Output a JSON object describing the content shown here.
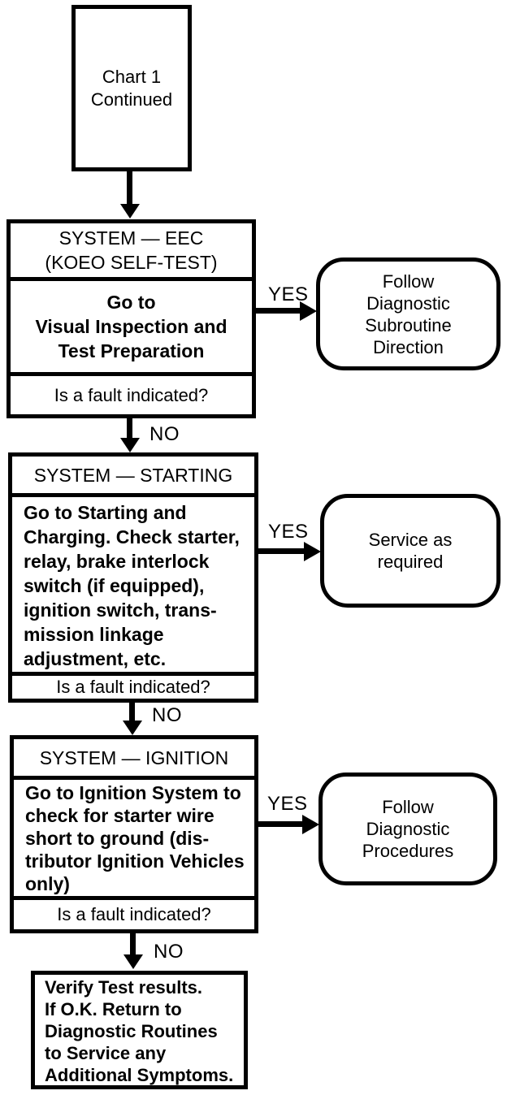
{
  "colors": {
    "line": "#000000",
    "background": "#ffffff"
  },
  "start": {
    "label": "Chart 1\nContinued"
  },
  "steps": [
    {
      "header": "SYSTEM — EEC\n(KOEO SELF-TEST)",
      "body": "Go to\nVisual Inspection and\nTest Preparation",
      "question": "Is a fault indicated?",
      "yes_label": "YES",
      "no_label": "NO",
      "yes_action": "Follow\nDiagnostic\nSubroutine\nDirection"
    },
    {
      "header": "SYSTEM — STARTING",
      "body": "Go to Starting and\nCharging. Check starter,\nrelay, brake interlock\nswitch (if equipped),\nignition switch, trans-\nmission linkage\nadjustment, etc.",
      "question": "Is a fault indicated?",
      "yes_label": "YES",
      "no_label": "NO",
      "yes_action": "Service as\nrequired"
    },
    {
      "header": "SYSTEM — IGNITION",
      "body": "Go to Ignition System to\ncheck for starter wire\nshort to ground (dis-\ntributor Ignition Vehicles\nonly)",
      "question": "Is a fault indicated?",
      "yes_label": "YES",
      "no_label": "NO",
      "yes_action": "Follow\nDiagnostic\nProcedures"
    }
  ],
  "end": {
    "label": "Verify Test results.\nIf O.K. Return to\nDiagnostic Routines\nto Service any\nAdditional Symptoms."
  }
}
